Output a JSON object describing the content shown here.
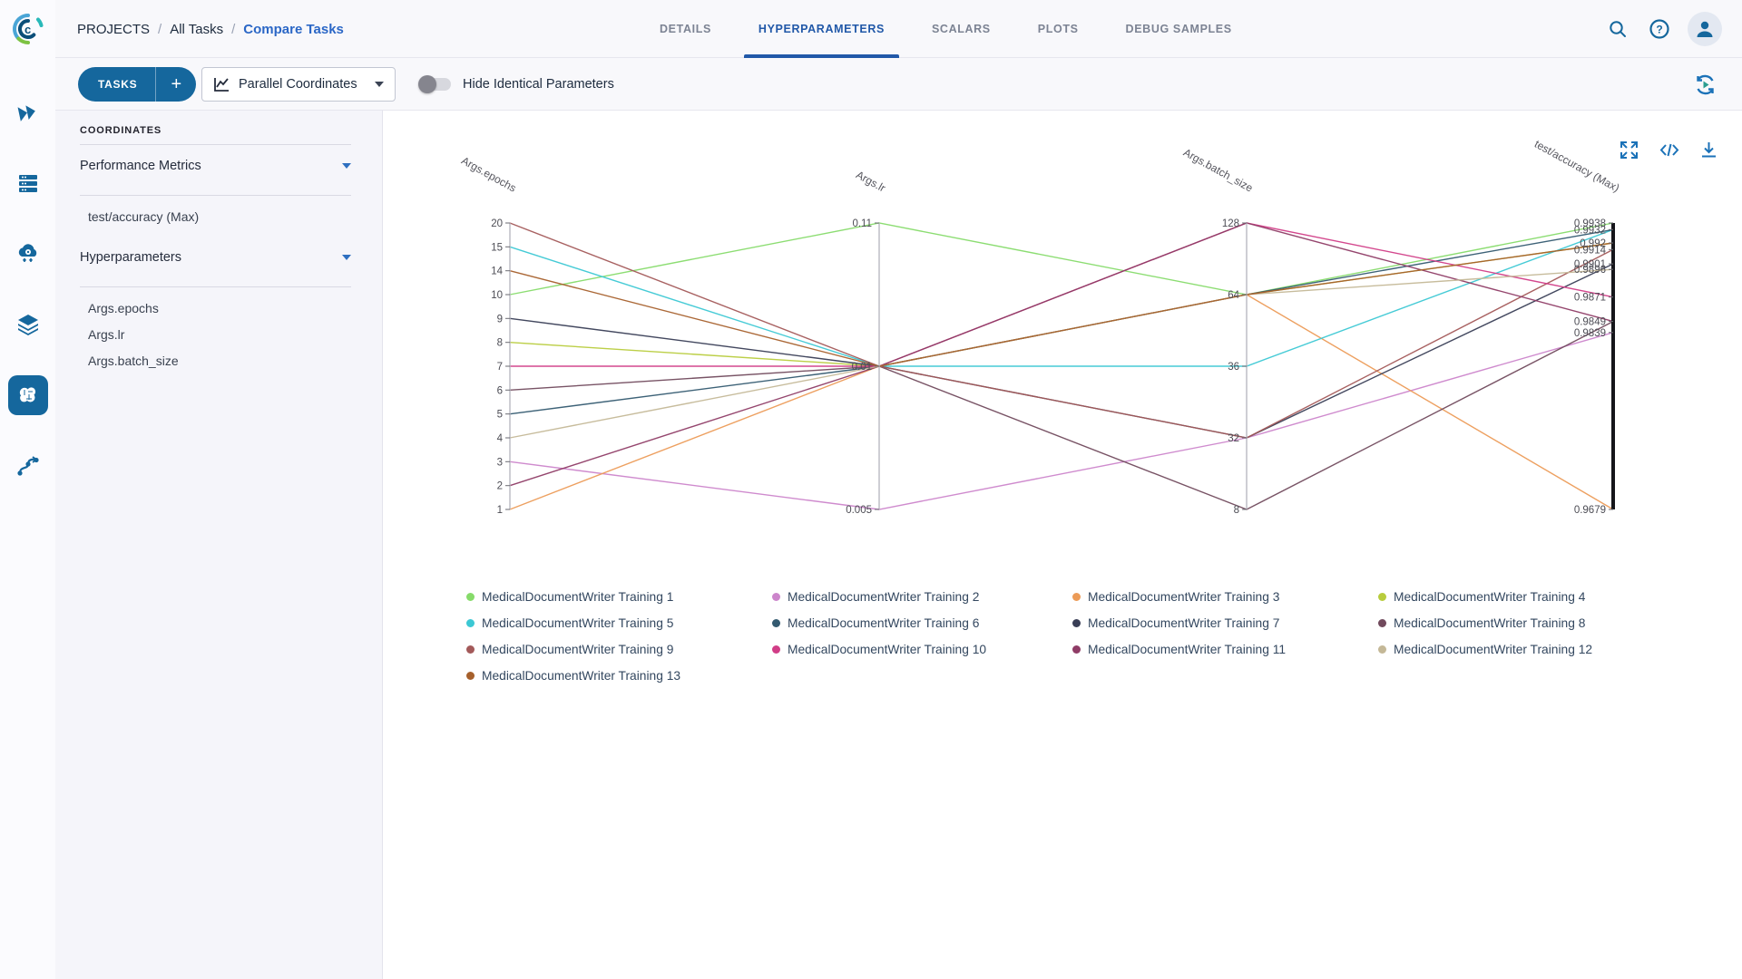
{
  "app": {
    "accent": "#15679d",
    "link_blue": "#2b67c6",
    "active_tab_color": "#2158a8"
  },
  "header": {
    "breadcrumb": [
      "PROJECTS",
      "All Tasks",
      "Compare Tasks"
    ],
    "tabs": [
      "DETAILS",
      "HYPERPARAMETERS",
      "SCALARS",
      "PLOTS",
      "DEBUG SAMPLES"
    ],
    "active_tab_index": 1,
    "icons": [
      "search-icon",
      "help-icon",
      "user-avatar"
    ]
  },
  "toolbar": {
    "tasks_label": "TASKS",
    "add_label": "+",
    "view_selected": "Parallel Coordinates",
    "toggle_label": "Hide Identical Parameters",
    "toggle_state": "off",
    "icons": [
      "chart-type-icon",
      "dropdown-caret",
      "auto-refresh-icon"
    ]
  },
  "panel": {
    "title": "COORDINATES",
    "sections": [
      {
        "label": "Performance Metrics",
        "items": [
          "test/accuracy (Max)"
        ]
      },
      {
        "label": "Hyperparameters",
        "items": [
          "Args.epochs",
          "Args.lr",
          "Args.batch_size"
        ]
      }
    ]
  },
  "chart_tools": [
    "expand-icon",
    "embed-code-icon",
    "download-icon"
  ],
  "chart_data": {
    "type": "parallel-coordinates",
    "axes": [
      {
        "label": "Args.epochs",
        "type": "categorical",
        "ticks": [
          "20",
          "15",
          "14",
          "10",
          "9",
          "8",
          "7",
          "6",
          "5",
          "4",
          "3",
          "2",
          "1"
        ]
      },
      {
        "label": "Args.lr",
        "type": "categorical",
        "ticks": [
          "0.11",
          "0.01",
          "0.005"
        ]
      },
      {
        "label": "Args.batch_size",
        "type": "categorical",
        "ticks": [
          "128",
          "64",
          "36",
          "32",
          "8"
        ]
      },
      {
        "label": "test/accuracy (Max)",
        "type": "linear",
        "domain": [
          0.9679,
          0.9938
        ],
        "ticks": [
          "0.9938",
          "0.9932",
          "0.992",
          "0.9914",
          "0.9901",
          "0.9896",
          "0.9871",
          "0.9849",
          "0.9839",
          "0.9679"
        ],
        "highlighted": true
      }
    ],
    "series": [
      {
        "name": "MedicalDocumentWriter Training 1",
        "color": "#86db6a",
        "values": [
          "10",
          "0.11",
          "64",
          0.9938
        ]
      },
      {
        "name": "MedicalDocumentWriter Training 2",
        "color": "#cc85cb",
        "values": [
          "3",
          "0.005",
          "32",
          0.9839
        ]
      },
      {
        "name": "MedicalDocumentWriter Training 3",
        "color": "#ec9b57",
        "values": [
          "1",
          "0.01",
          "64",
          0.9679
        ]
      },
      {
        "name": "MedicalDocumentWriter Training 4",
        "color": "#b8cc3d",
        "values": [
          "8",
          "0.01",
          "64",
          0.992
        ]
      },
      {
        "name": "MedicalDocumentWriter Training 5",
        "color": "#3cc8d4",
        "values": [
          "15",
          "0.01",
          "36",
          0.9932
        ]
      },
      {
        "name": "MedicalDocumentWriter Training 6",
        "color": "#335a70",
        "values": [
          "5",
          "0.01",
          "64",
          0.9932
        ]
      },
      {
        "name": "MedicalDocumentWriter Training 7",
        "color": "#393e56",
        "values": [
          "9",
          "0.01",
          "32",
          0.9901
        ]
      },
      {
        "name": "MedicalDocumentWriter Training 8",
        "color": "#714a5d",
        "values": [
          "6",
          "0.01",
          "8",
          0.9849
        ]
      },
      {
        "name": "MedicalDocumentWriter Training 9",
        "color": "#a35959",
        "values": [
          "20",
          "0.01",
          "32",
          0.9914
        ]
      },
      {
        "name": "MedicalDocumentWriter Training 10",
        "color": "#d13d87",
        "values": [
          "7",
          "0.01",
          "128",
          0.9871
        ]
      },
      {
        "name": "MedicalDocumentWriter Training 11",
        "color": "#8f3c66",
        "values": [
          "2",
          "0.01",
          "128",
          0.9849
        ]
      },
      {
        "name": "MedicalDocumentWriter Training 12",
        "color": "#c4b897",
        "values": [
          "4",
          "0.01",
          "64",
          0.9896
        ]
      },
      {
        "name": "MedicalDocumentWriter Training 13",
        "color": "#a6602c",
        "values": [
          "14",
          "0.01",
          "64",
          0.992
        ]
      }
    ],
    "legend_position": "below-chart",
    "grid": false
  }
}
